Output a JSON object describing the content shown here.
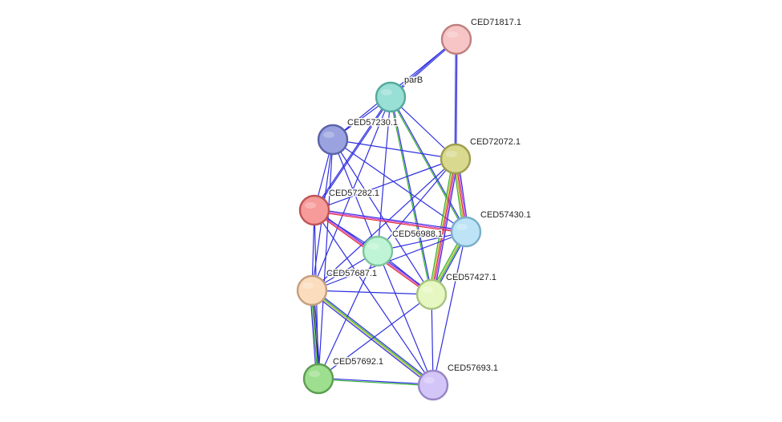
{
  "network": {
    "nodes": [
      {
        "id": "CED71817.1",
        "label": "CED71817.1",
        "fill": "#f7c5c5",
        "stroke": "#bf8080"
      },
      {
        "id": "parB",
        "label": "parB",
        "fill": "#98dfd6",
        "stroke": "#55a99c"
      },
      {
        "id": "CED57230.1",
        "label": "CED57230.1",
        "fill": "#9aa3e0",
        "stroke": "#5a63a8"
      },
      {
        "id": "CED72072.1",
        "label": "CED72072.1",
        "fill": "#d9d98f",
        "stroke": "#9e9e50"
      },
      {
        "id": "CED57282.1",
        "label": "CED57282.1",
        "fill": "#f79a9a",
        "stroke": "#c05555"
      },
      {
        "id": "CED57430.1",
        "label": "CED57430.1",
        "fill": "#bde3f7",
        "stroke": "#7aaec9"
      },
      {
        "id": "CED56988.1",
        "label": "CED56988.1",
        "fill": "#bff5d6",
        "stroke": "#7ec49c"
      },
      {
        "id": "CED57687.1",
        "label": "CED57687.1",
        "fill": "#fbdcbd",
        "stroke": "#c4a07e"
      },
      {
        "id": "CED57427.1",
        "label": "CED57427.1",
        "fill": "#e6f7c2",
        "stroke": "#a6c480"
      },
      {
        "id": "CED57692.1",
        "label": "CED57692.1",
        "fill": "#9ddf8e",
        "stroke": "#5c9e50"
      },
      {
        "id": "CED57693.1",
        "label": "CED57693.1",
        "fill": "#d3c5f7",
        "stroke": "#9886c4"
      }
    ],
    "edges": [
      {
        "source": "CED71817.1",
        "target": "parB",
        "colors": [
          "#3030e0",
          "#3030e0"
        ]
      },
      {
        "source": "CED71817.1",
        "target": "CED57230.1",
        "colors": [
          "#3030e0"
        ]
      },
      {
        "source": "CED71817.1",
        "target": "CED72072.1",
        "colors": [
          "#3030e0",
          "#3030e0"
        ]
      },
      {
        "source": "parB",
        "target": "CED57230.1",
        "colors": [
          "#3030e0"
        ]
      },
      {
        "source": "parB",
        "target": "CED72072.1",
        "colors": [
          "#3030e0"
        ]
      },
      {
        "source": "parB",
        "target": "CED57282.1",
        "colors": [
          "#3030e0",
          "#3030e0"
        ]
      },
      {
        "source": "parB",
        "target": "CED56988.1",
        "colors": [
          "#3030e0"
        ]
      },
      {
        "source": "parB",
        "target": "CED57427.1",
        "colors": [
          "#3030e0",
          "#30b030"
        ]
      },
      {
        "source": "parB",
        "target": "CED57430.1",
        "colors": [
          "#3030e0",
          "#30b030"
        ]
      },
      {
        "source": "parB",
        "target": "CED57687.1",
        "colors": [
          "#3030e0"
        ]
      },
      {
        "source": "CED57230.1",
        "target": "CED72072.1",
        "colors": [
          "#3030e0"
        ]
      },
      {
        "source": "CED57230.1",
        "target": "CED57282.1",
        "colors": [
          "#3030e0"
        ]
      },
      {
        "source": "CED57230.1",
        "target": "CED56988.1",
        "colors": [
          "#3030e0"
        ]
      },
      {
        "source": "CED57230.1",
        "target": "CED57430.1",
        "colors": [
          "#3030e0"
        ]
      },
      {
        "source": "CED57230.1",
        "target": "CED57427.1",
        "colors": [
          "#3030e0"
        ]
      },
      {
        "source": "CED57230.1",
        "target": "CED57687.1",
        "colors": [
          "#3030e0"
        ]
      },
      {
        "source": "CED57230.1",
        "target": "CED57692.1",
        "colors": [
          "#3030e0"
        ]
      },
      {
        "source": "CED72072.1",
        "target": "CED57282.1",
        "colors": [
          "#3030e0"
        ]
      },
      {
        "source": "CED72072.1",
        "target": "CED57430.1",
        "colors": [
          "#3030e0",
          "#d040d0",
          "#e03030",
          "#c0c030",
          "#30b030"
        ]
      },
      {
        "source": "CED72072.1",
        "target": "CED57427.1",
        "colors": [
          "#3030e0",
          "#d040d0",
          "#e03030",
          "#c0c030",
          "#30b030"
        ]
      },
      {
        "source": "CED72072.1",
        "target": "CED56988.1",
        "colors": [
          "#3030e0"
        ]
      },
      {
        "source": "CED72072.1",
        "target": "CED57687.1",
        "colors": [
          "#3030e0"
        ]
      },
      {
        "source": "CED57282.1",
        "target": "CED57430.1",
        "colors": [
          "#3030e0",
          "#d040d0",
          "#e03030"
        ]
      },
      {
        "source": "CED57282.1",
        "target": "CED57427.1",
        "colors": [
          "#3030e0",
          "#d040d0",
          "#e03030"
        ]
      },
      {
        "source": "CED57282.1",
        "target": "CED56988.1",
        "colors": [
          "#3030e0"
        ]
      },
      {
        "source": "CED57282.1",
        "target": "CED57687.1",
        "colors": [
          "#3030e0"
        ]
      },
      {
        "source": "CED57282.1",
        "target": "CED57692.1",
        "colors": [
          "#3030e0"
        ]
      },
      {
        "source": "CED57282.1",
        "target": "CED57693.1",
        "colors": [
          "#3030e0"
        ]
      },
      {
        "source": "CED57430.1",
        "target": "CED57427.1",
        "colors": [
          "#3030e0",
          "#30b030",
          "#c0c030",
          "#30b030"
        ]
      },
      {
        "source": "CED57430.1",
        "target": "CED56988.1",
        "colors": [
          "#3030e0"
        ]
      },
      {
        "source": "CED57430.1",
        "target": "CED57687.1",
        "colors": [
          "#3030e0"
        ]
      },
      {
        "source": "CED57430.1",
        "target": "CED57693.1",
        "colors": [
          "#3030e0"
        ]
      },
      {
        "source": "CED56988.1",
        "target": "CED57427.1",
        "colors": [
          "#3030e0"
        ]
      },
      {
        "source": "CED56988.1",
        "target": "CED57687.1",
        "colors": [
          "#3030e0"
        ]
      },
      {
        "source": "CED56988.1",
        "target": "CED57692.1",
        "colors": [
          "#3030e0"
        ]
      },
      {
        "source": "CED56988.1",
        "target": "CED57693.1",
        "colors": [
          "#3030e0"
        ]
      },
      {
        "source": "CED57687.1",
        "target": "CED57427.1",
        "colors": [
          "#3030e0"
        ]
      },
      {
        "source": "CED57687.1",
        "target": "CED57692.1",
        "colors": [
          "#3030e0",
          "#303030",
          "#30b030",
          "#3030e0"
        ]
      },
      {
        "source": "CED57687.1",
        "target": "CED57693.1",
        "colors": [
          "#3030e0",
          "#30b030",
          "#c0c030",
          "#3030e0"
        ]
      },
      {
        "source": "CED57427.1",
        "target": "CED57692.1",
        "colors": [
          "#3030e0"
        ]
      },
      {
        "source": "CED57427.1",
        "target": "CED57693.1",
        "colors": [
          "#3030e0"
        ]
      },
      {
        "source": "CED57692.1",
        "target": "CED57693.1",
        "colors": [
          "#3030e0",
          "#30b030"
        ]
      }
    ]
  }
}
